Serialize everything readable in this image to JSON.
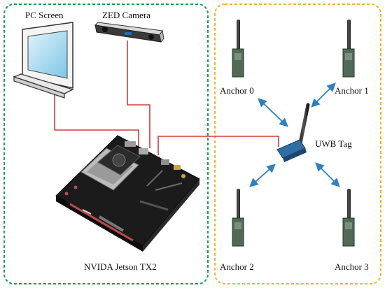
{
  "labels": {
    "pc_screen": "PC Screen",
    "zed_camera": "ZED Camera",
    "jetson": "NVIDA Jetson TX2",
    "uwb_tag": "UWB Tag",
    "anchor0": "Anchor 0",
    "anchor1": "Anchor 1",
    "anchor2": "Anchor 2",
    "anchor3": "Anchor 3"
  },
  "colors": {
    "left_border": "#1e9e4a",
    "right_border": "#f0b428",
    "wire": "#d23a3a",
    "arrow": "#2f7fc1"
  },
  "icons": {
    "pc": "monitor-icon",
    "camera": "stereo-camera-icon",
    "board": "circuit-board-icon",
    "tag": "uwb-tag-icon",
    "anchor": "uwb-anchor-icon"
  }
}
